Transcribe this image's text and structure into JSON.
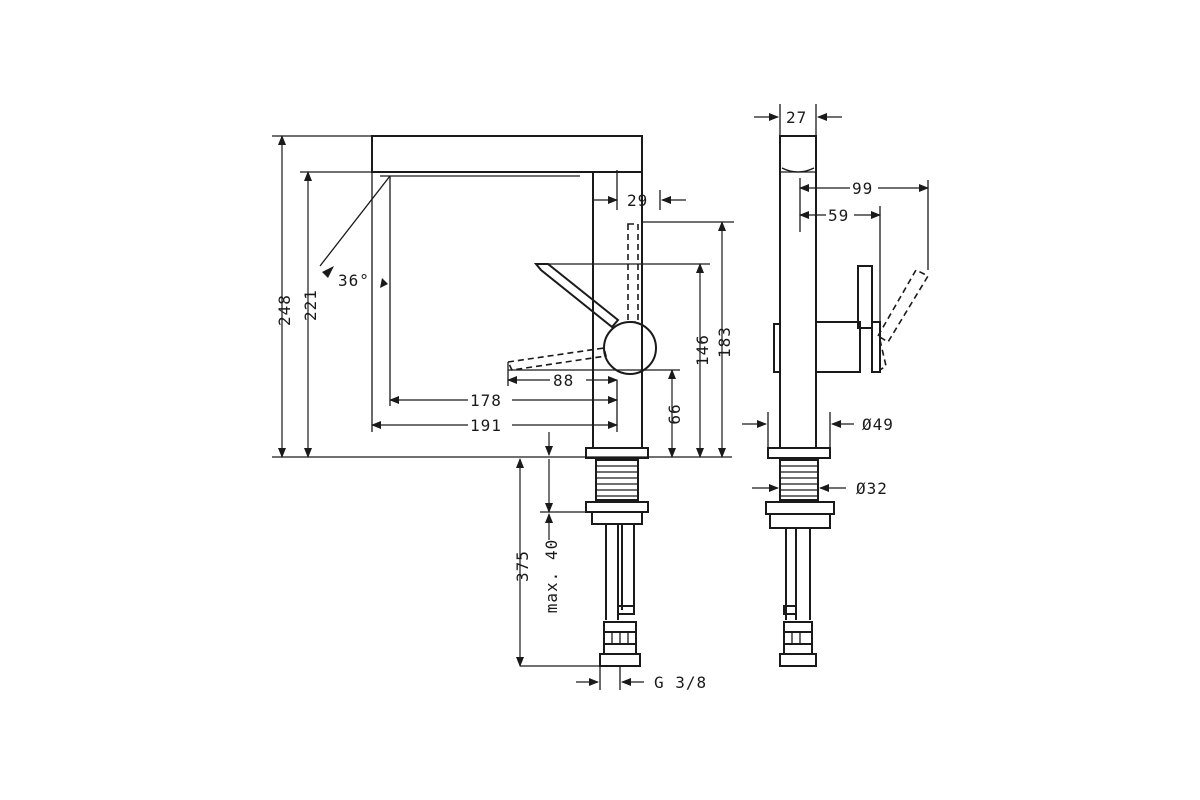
{
  "labels": {
    "h248": "248",
    "h221": "221",
    "angle": "36°",
    "w29": "29",
    "h146": "146",
    "h183": "183",
    "w88": "88",
    "w178": "178",
    "w191": "191",
    "h66": "66",
    "h375": "375",
    "max40": "max. 40",
    "thread": "G 3/8",
    "w27": "27",
    "w99": "99",
    "w59": "59",
    "d49": "Ø49",
    "d32": "Ø32"
  },
  "colors": {
    "line": "#1a1a1a",
    "background": "#ffffff"
  }
}
